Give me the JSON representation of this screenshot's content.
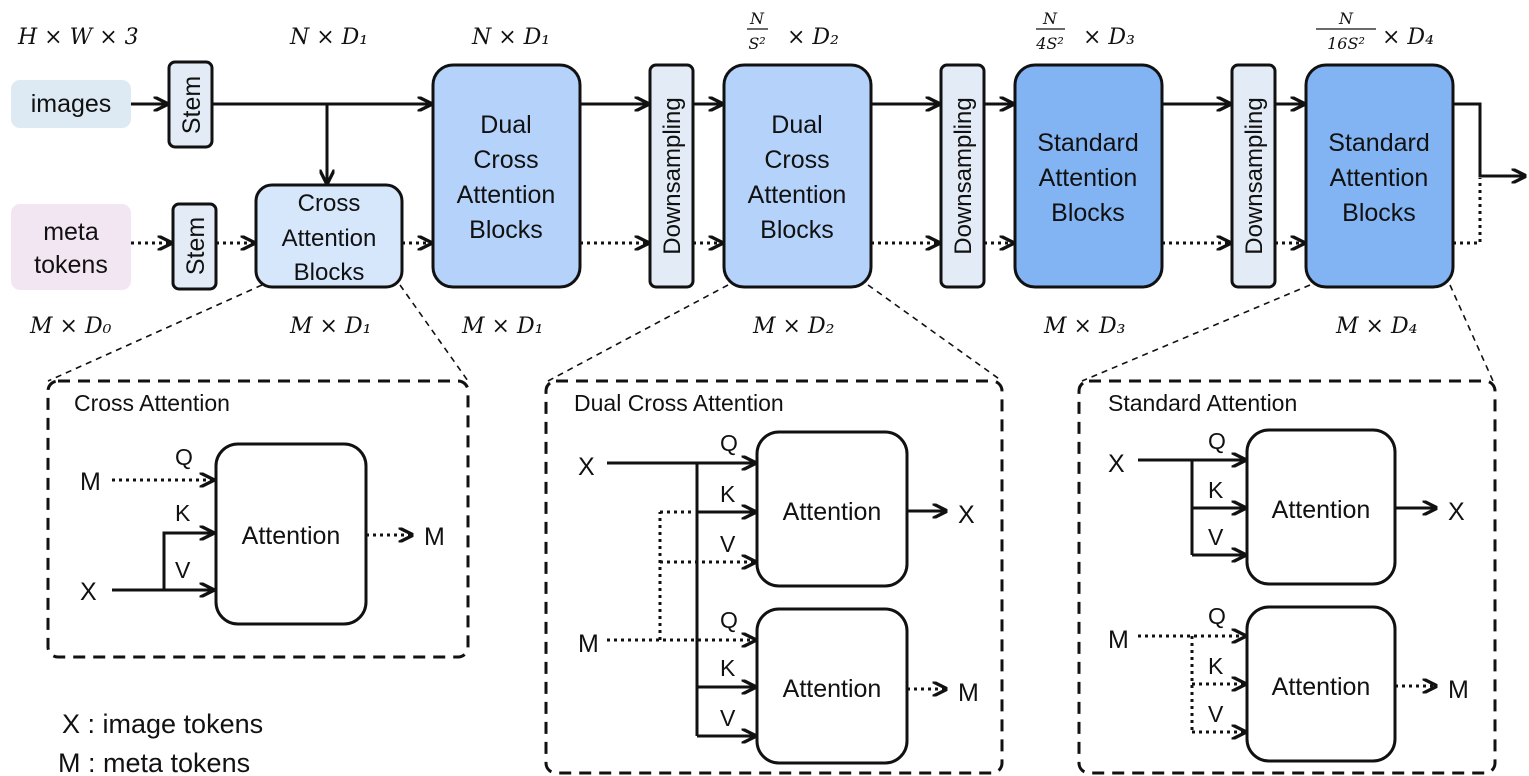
{
  "inputs": {
    "images_label": "images",
    "meta_label_1": "meta",
    "meta_label_2": "tokens",
    "stem_label": "Stem"
  },
  "dims": {
    "hw3": "H × W × 3",
    "nd1_a": "N × D₁",
    "nd1_b": "N × D₁",
    "s2_top_num": "N",
    "s2_top_den": "S²",
    "s2_top_rest": "× D₂",
    "s3_top_num": "N",
    "s3_top_den": "4S²",
    "s3_top_rest": "× D₃",
    "s4_top_num": "N",
    "s4_top_den": "16S²",
    "s4_top_rest": "× D₄",
    "md0": "M × D₀",
    "md1_a": "M × D₁",
    "md1_b": "M × D₁",
    "md2": "M × D₂",
    "md3": "M × D₃",
    "md4": "M × D₄"
  },
  "blocks": {
    "cross": [
      "Cross",
      "Attention",
      "Blocks"
    ],
    "dual1": [
      "Dual",
      "Cross",
      "Attention",
      "Blocks"
    ],
    "dual2": [
      "Dual",
      "Cross",
      "Attention",
      "Blocks"
    ],
    "std1": [
      "Standard",
      "Attention",
      "Blocks"
    ],
    "std2": [
      "Standard",
      "Attention",
      "Blocks"
    ],
    "downsampling": "Downsampling"
  },
  "details": {
    "cross_title": "Cross Attention",
    "dual_title": "Dual Cross Attention",
    "standard_title": "Standard Attention",
    "attention": "Attention",
    "q": "Q",
    "k": "K",
    "v": "V",
    "x": "X",
    "m": "M"
  },
  "legend": {
    "x_key": "X",
    "x_desc": " : image tokens",
    "m_key": "M",
    "m_desc": " : meta tokens"
  },
  "colors": {
    "images_bg": "#dde9f3",
    "meta_bg": "#f3e6f3",
    "stem_fill": "#e3ecf6",
    "cross_fill": "#d6e6fb",
    "dual_fill": "#b5d2fa",
    "standard_fill": "#82b4f4"
  }
}
